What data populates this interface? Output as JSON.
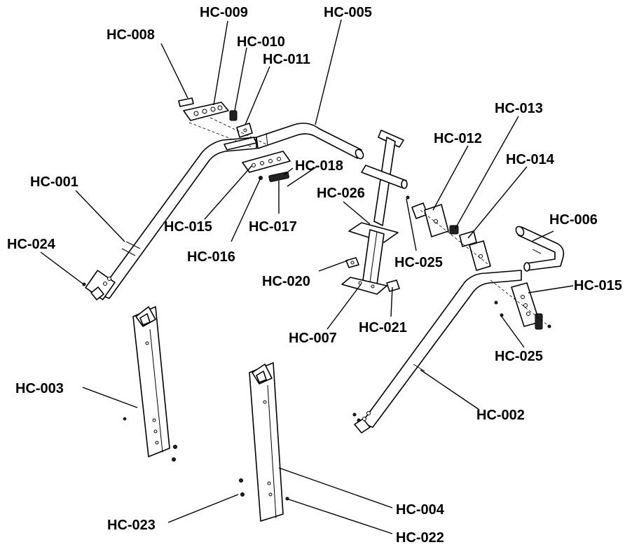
{
  "labels": {
    "hc001": "HC-001",
    "hc002": "HC-002",
    "hc003": "HC-003",
    "hc004": "HC-004",
    "hc005": "HC-005",
    "hc006": "HC-006",
    "hc007": "HC-007",
    "hc008": "HC-008",
    "hc009": "HC-009",
    "hc010": "HC-010",
    "hc011": "HC-011",
    "hc012": "HC-012",
    "hc013": "HC-013",
    "hc014": "HC-014",
    "hc015a": "HC-015",
    "hc015b": "HC-015",
    "hc016": "HC-016",
    "hc017": "HC-017",
    "hc018": "HC-018",
    "hc020": "HC-020",
    "hc021": "HC-021",
    "hc022": "HC-022",
    "hc023": "HC-023",
    "hc024": "HC-024",
    "hc025a": "HC-025",
    "hc025b": "HC-025",
    "hc026": "HC-026"
  },
  "colors": {
    "ink": "#000000",
    "paper": "#ffffff"
  }
}
